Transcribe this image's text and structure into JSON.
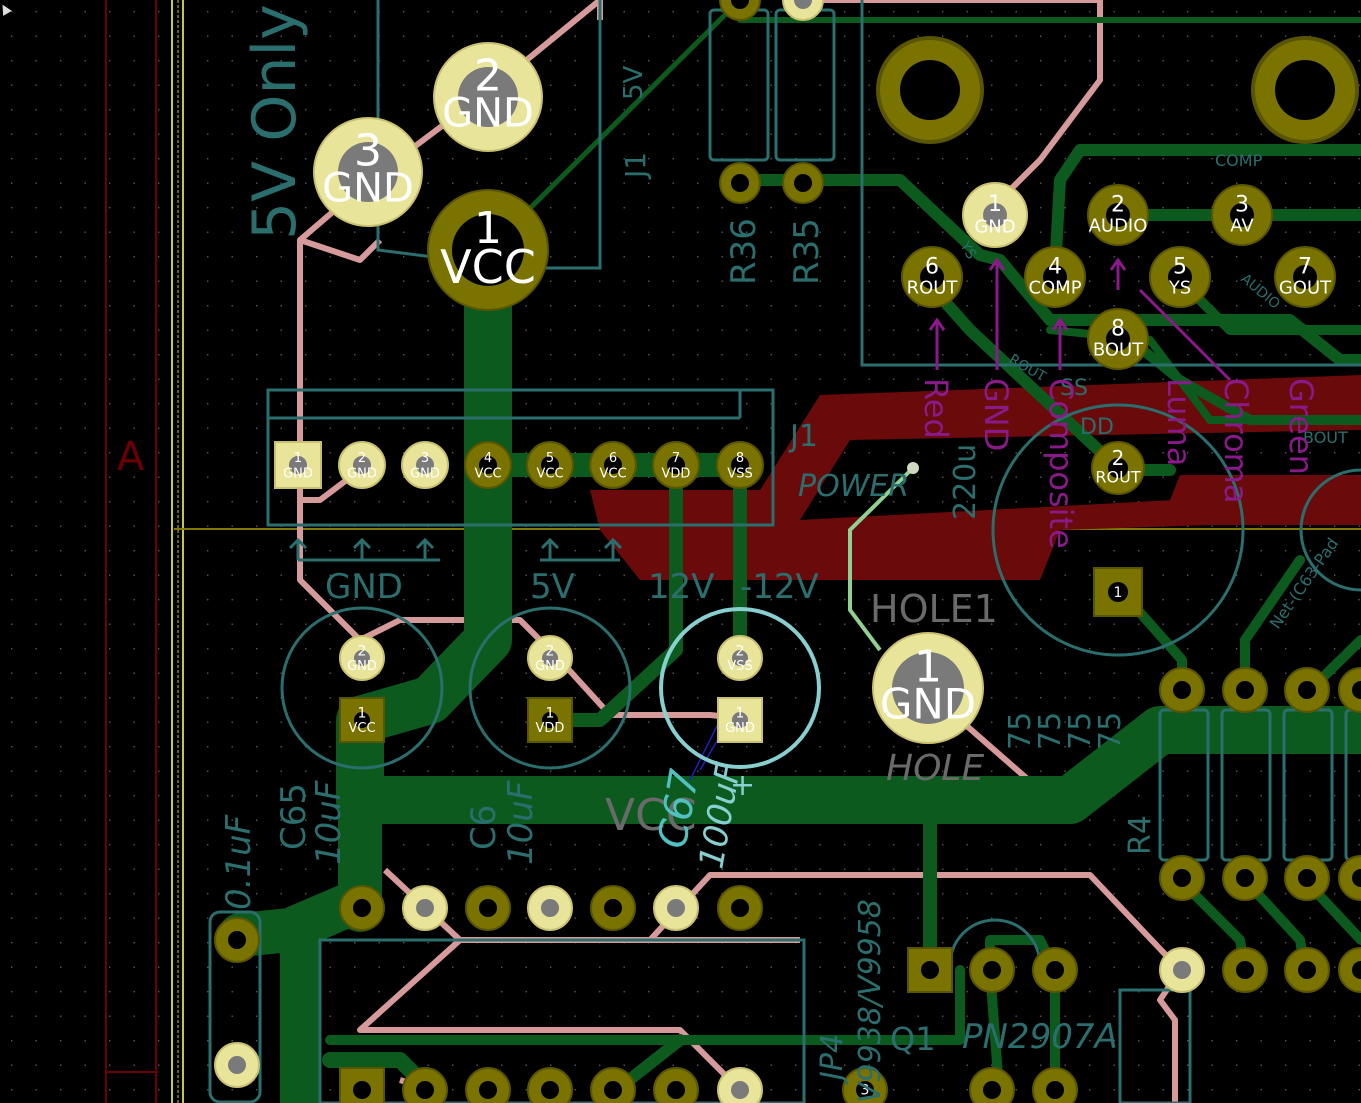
{
  "app": "PCB Editor",
  "colors": {
    "background": "#000000",
    "grid": "#5a5a5a",
    "front_copper": "#0d5a1f",
    "back_copper": "#d69a9a",
    "back_copper_zone": "#6a0a0a",
    "pad": "#e8e59a",
    "pad_dark": "#7a7300",
    "pad_hole": "#7a7a7a",
    "silkscreen": "#2a6e6e",
    "fab_text": "#50c0c0",
    "board_edge": "#c8c840",
    "courtyard": "#6a0000",
    "purple": "#8a1a8a",
    "ratsnest": "#2020c0",
    "selection": "#88d0d0",
    "airwire": "#90d090"
  },
  "silkscreen": {
    "text_5v_only": "5V Only",
    "j1": "J1",
    "j1_5v": "5V",
    "r36": "R36",
    "r35": "R35",
    "comp": "COMP",
    "ys": "YS",
    "audio": "AUDIO",
    "rout": "ROUT",
    "bout": "BOUT",
    "j1x": "J1",
    "power": "POWER",
    "uf220": "220u",
    "gnd_label": "GND",
    "v5_label": "5V",
    "v12": "12V",
    "vm12": "-12V",
    "hole1": "HOLE1",
    "hole": "HOLE",
    "c65": "C65",
    "c65_val": "10uF",
    "c66": "C6",
    "c66_val": "10uF",
    "c67": "C67",
    "c67_val": "100uF",
    "c_01": "0.1uF",
    "vcc_net": "VCC",
    "r75a": "75",
    "r75b": "75",
    "r75c": "75",
    "r75d": "75",
    "r4": "R4",
    "jp4": "JP4",
    "q1_part": "V9938/V9958",
    "q1": "Q1",
    "pn2907": "PN2907A",
    "net_pad": "Net-(C63-Pad",
    "edge_a": "A",
    "sss": "SS",
    "vdd": "DD"
  },
  "purple_labels": {
    "red": "Red",
    "gnd": "GND",
    "composite": "Composite",
    "luma": "Luma",
    "chroma": "Chroma",
    "green": "Green"
  },
  "connector_top": {
    "pins": [
      {
        "num": "2",
        "net": "GND"
      },
      {
        "num": "3",
        "net": "GND"
      },
      {
        "num": "1",
        "net": "VCC"
      }
    ]
  },
  "power_header": {
    "pins": [
      {
        "num": "1",
        "net": "GND"
      },
      {
        "num": "2",
        "net": "GND"
      },
      {
        "num": "3",
        "net": "GND"
      },
      {
        "num": "4",
        "net": "VCC"
      },
      {
        "num": "5",
        "net": "VCC"
      },
      {
        "num": "6",
        "net": "VCC"
      },
      {
        "num": "7",
        "net": "VDD"
      },
      {
        "num": "8",
        "net": "VSS"
      }
    ]
  },
  "video_connector": {
    "pins": [
      {
        "num": "1",
        "net": "GND"
      },
      {
        "num": "2",
        "net": "AUDIO"
      },
      {
        "num": "3",
        "net": "AV"
      },
      {
        "num": "4",
        "net": "COMP"
      },
      {
        "num": "5",
        "net": "YS"
      },
      {
        "num": "6",
        "net": "ROUT"
      },
      {
        "num": "7",
        "net": "GOUT"
      },
      {
        "num": "8",
        "net": "BOUT"
      }
    ],
    "rout_pad": {
      "num": "2",
      "net": "ROUT"
    }
  },
  "caps": {
    "c65": [
      {
        "num": "2",
        "net": "GND"
      },
      {
        "num": "1",
        "net": "VCC"
      }
    ],
    "c66": [
      {
        "num": "2",
        "net": "GND"
      },
      {
        "num": "1",
        "net": "VDD"
      }
    ],
    "c67": [
      {
        "num": "2",
        "net": "VSS"
      },
      {
        "num": "1",
        "net": "GND"
      }
    ]
  },
  "hole1_pad": {
    "num": "1",
    "net": "GND"
  },
  "misc_pad": {
    "num": "1"
  },
  "q1_pad": {
    "num": "3"
  }
}
